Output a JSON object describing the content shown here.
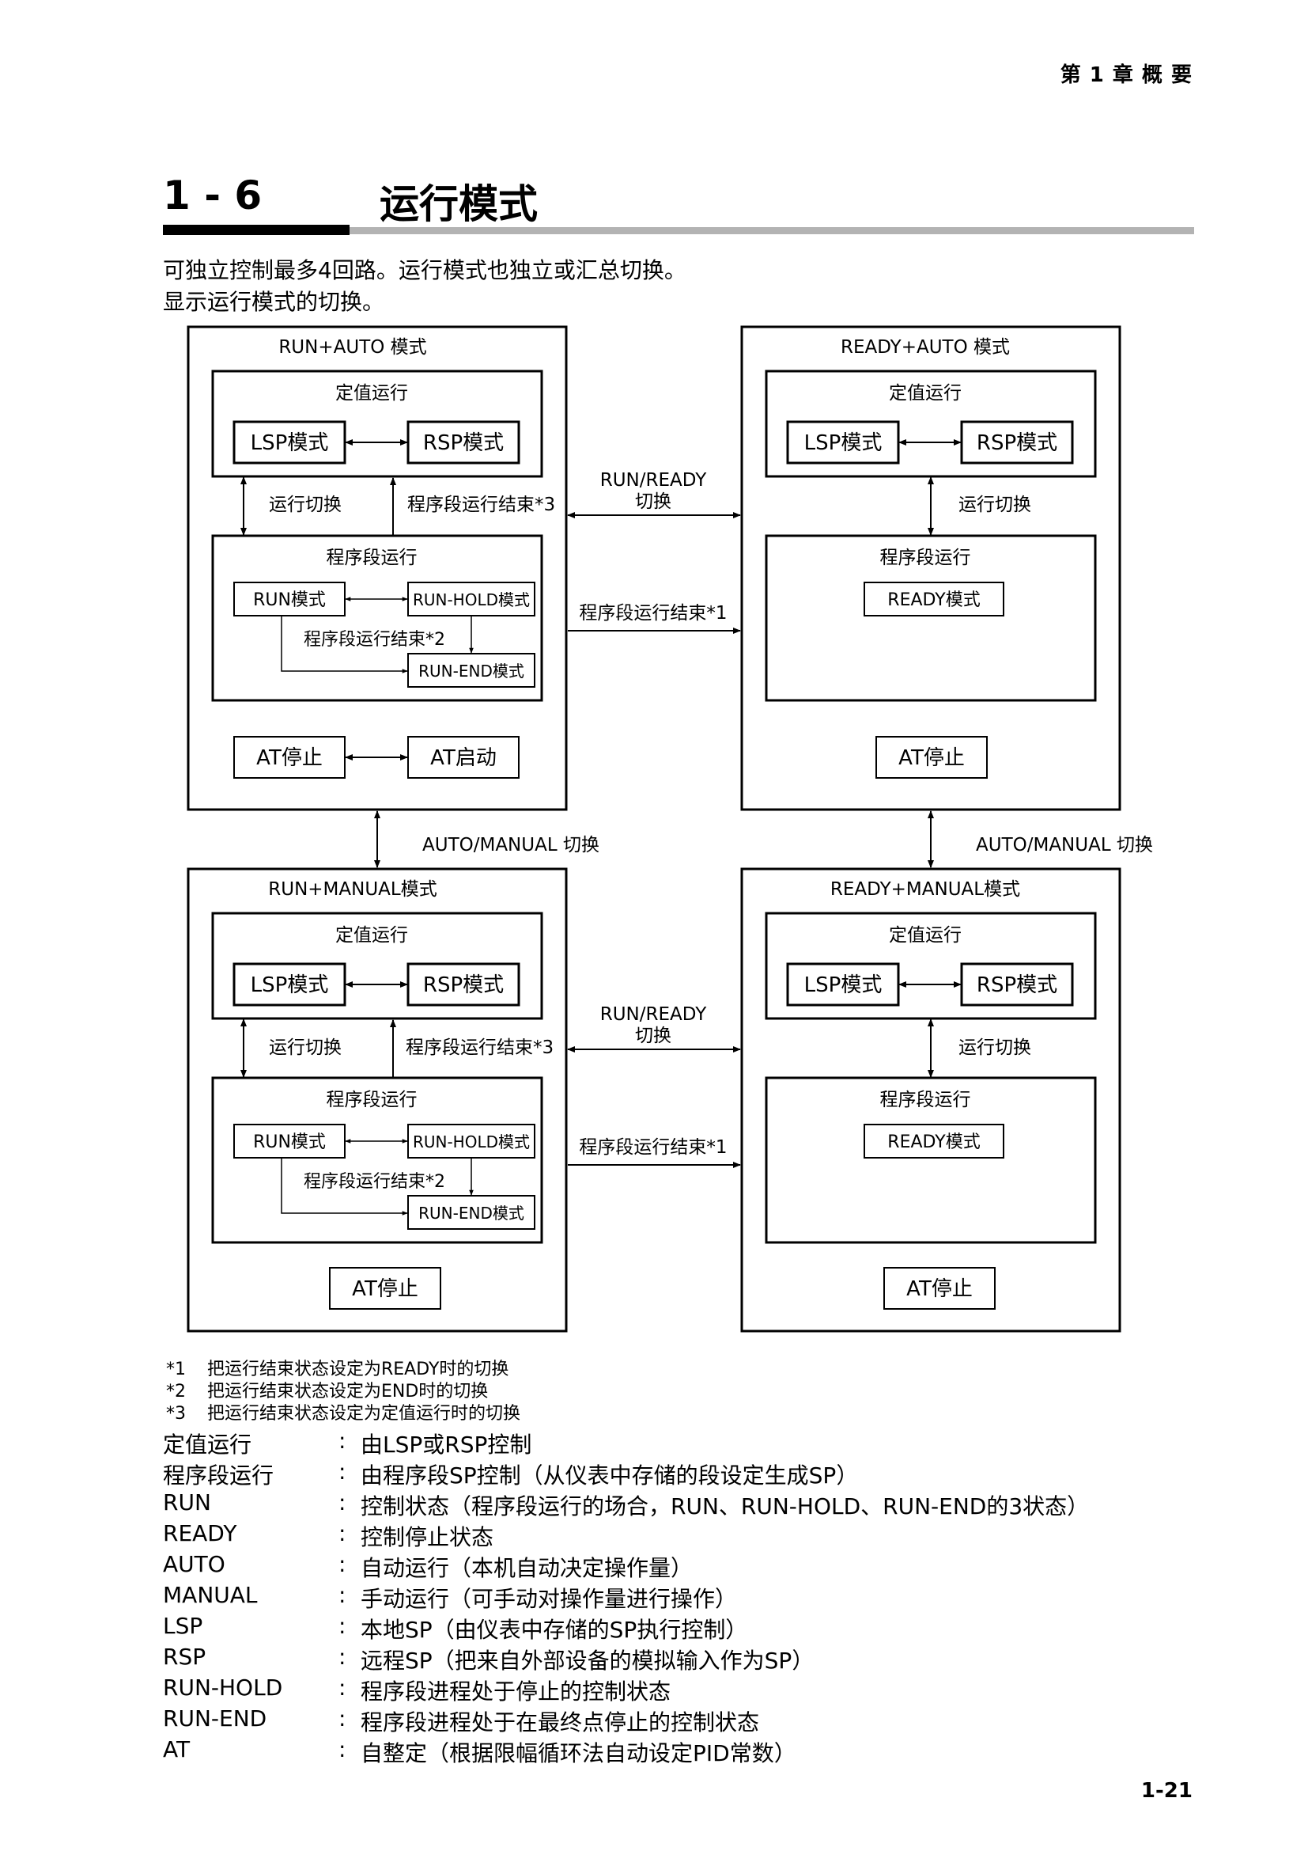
{
  "header": {
    "chapter": "第 1 章   概   要"
  },
  "section": {
    "number": "1 - 6",
    "title": "运行模式"
  },
  "intro": [
    "可独立控制最多4回路。运行模式也独立或汇总切换。",
    "显示运行模式的切换。"
  ],
  "diagram": {
    "quadrants": [
      {
        "title": "RUN+AUTO 模式"
      },
      {
        "title": "READY+AUTO 模式"
      },
      {
        "title": "RUN+MANUAL模式"
      },
      {
        "title": "READY+MANUAL模式"
      }
    ],
    "fixed_run": "定值运行",
    "program_run": "程序段运行",
    "lsp_mode": "LSP模式",
    "rsp_mode": "RSP模式",
    "run_mode": "RUN模式",
    "run_hold_mode": "RUN-HOLD模式",
    "run_end_mode": "RUN-END模式",
    "ready_mode": "READY模式",
    "at_stop": "AT停止",
    "at_start": "AT启动",
    "run_switch": "运行切换",
    "prog_end_1": "程序段运行结束*1",
    "prog_end_2": "程序段运行结束*2",
    "prog_end_3": "程序段运行结束*3",
    "run_ready_line1": "RUN/READY",
    "run_ready_line2": "切换",
    "auto_manual": "AUTO/MANUAL 切换"
  },
  "notes": [
    {
      "key": "*1",
      "text": "把运行结束状态设定为READY时的切换"
    },
    {
      "key": "*2",
      "text": "把运行结束状态设定为END时的切换"
    },
    {
      "key": "*3",
      "text": "把运行结束状态设定为定值运行时的切换"
    }
  ],
  "definitions": [
    {
      "term": "定值运行",
      "text": "由LSP或RSP控制"
    },
    {
      "term": "程序段运行",
      "text": "由程序段SP控制（从仪表中存储的段设定生成SP）"
    },
    {
      "term": "RUN",
      "text": "控制状态（程序段运行的场合，RUN、RUN-HOLD、RUN-END的3状态）"
    },
    {
      "term": "READY",
      "text": "控制停止状态"
    },
    {
      "term": "AUTO",
      "text": "自动运行（本机自动决定操作量）"
    },
    {
      "term": "MANUAL",
      "text": "手动运行（可手动对操作量进行操作）"
    },
    {
      "term": "LSP",
      "text": "本地SP（由仪表中存储的SP执行控制）"
    },
    {
      "term": "RSP",
      "text": "远程SP（把来自外部设备的模拟输入作为SP）"
    },
    {
      "term": "RUN-HOLD",
      "text": "程序段进程处于停止的控制状态"
    },
    {
      "term": "RUN-END",
      "text": "程序段进程处于在最终点停止的控制状态"
    },
    {
      "term": "AT",
      "text": "自整定（根据限幅循环法自动设定PID常数）"
    }
  ],
  "footer": {
    "page_number": "1-21"
  }
}
